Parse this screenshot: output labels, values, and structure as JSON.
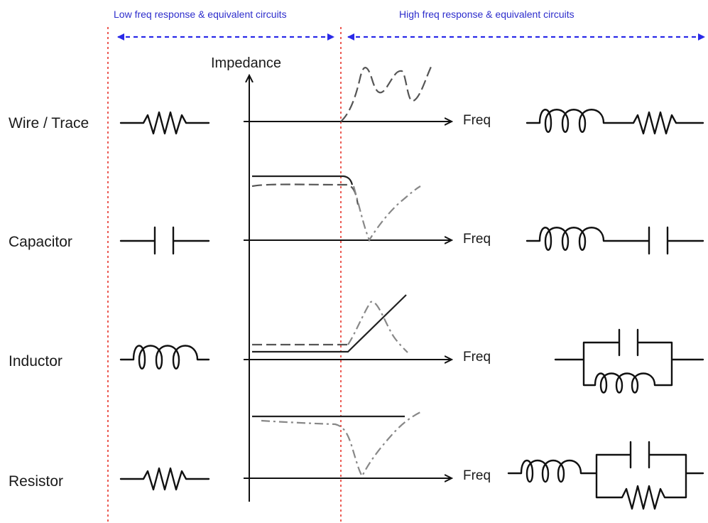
{
  "header": {
    "low_label": "Low freq response & equivalent circuits",
    "high_label": "High freq response & equivalent circuits"
  },
  "axis": {
    "y_label": "Impedance",
    "x_label": "Freq"
  },
  "rows": [
    {
      "label": "Wire / Trace"
    },
    {
      "label": "Capacitor"
    },
    {
      "label": "Inductor"
    },
    {
      "label": "Resistor"
    }
  ],
  "colors": {
    "header_text": "#2d2dcc",
    "boundary_line": "#e8332a",
    "arrow": "#2a2ae8",
    "ink": "#111111"
  }
}
